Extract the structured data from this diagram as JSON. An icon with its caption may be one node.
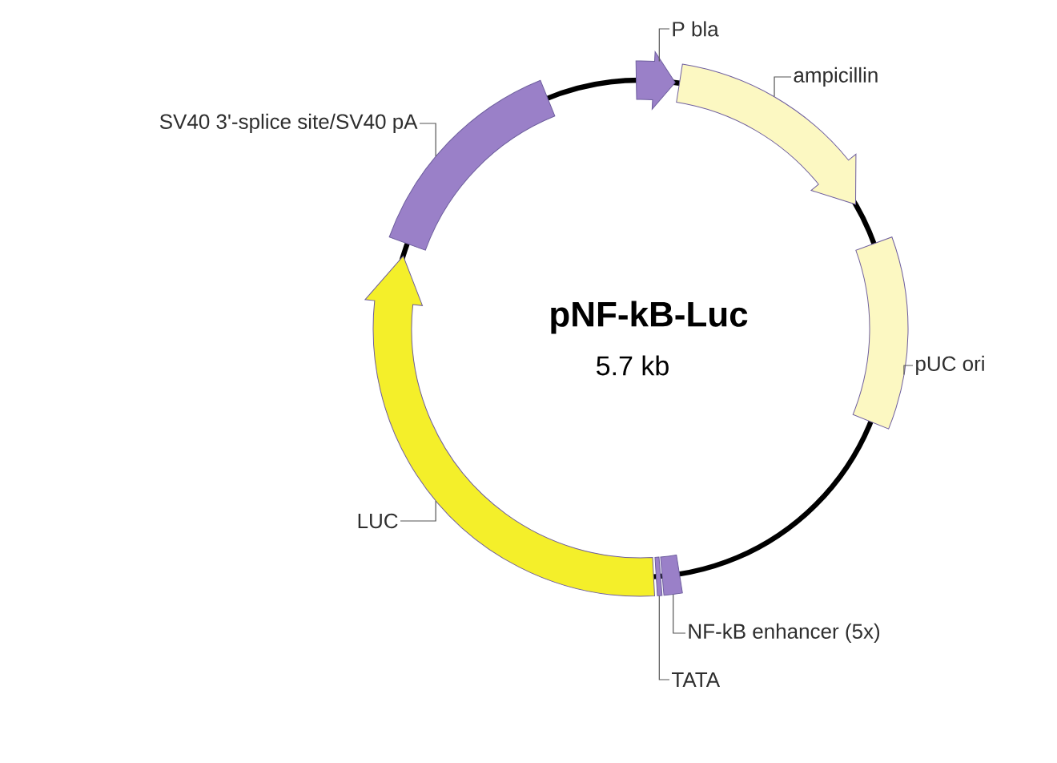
{
  "diagram": {
    "nodes": [
      {
        "text": [
          "P bla"
        ]
      },
      {
        "text": [
          "ampicillin"
        ]
      },
      {
        "text": [
          "SV40 3'-splice site/SV40 pA"
        ]
      },
      {
        "text": [
          "pUC ori"
        ]
      },
      {
        "text": [
          "LUC"
        ]
      },
      {
        "text": [
          "NF-kB enhancer (5x)"
        ]
      },
      {
        "text": [
          "TATA"
        ]
      },
      {
        "text": [],
        "shape": "arrow"
      },
      {
        "text": [],
        "shape": "arrow"
      },
      {
        "text": [],
        "shape": "box"
      },
      {
        "text": [],
        "shape": "box"
      },
      {
        "text": [],
        "shape": "box"
      },
      {
        "text": [],
        "shape": "arrow"
      },
      {
        "text": [],
        "shape": "box"
      }
    ],
    "edges": [
      {
        "from": 0,
        "to": 7,
        "arrow": "none"
      },
      {
        "from": 1,
        "to": 8,
        "arrow": "none"
      },
      {
        "from": 2,
        "to": 13,
        "arrow": "none"
      },
      {
        "from": 3,
        "to": 9,
        "arrow": "none"
      },
      {
        "from": 4,
        "to": 12,
        "arrow": "none"
      },
      {
        "from": 5,
        "to": 10,
        "arrow": "none"
      },
      {
        "from": 6,
        "to": 11,
        "arrow": "none"
      }
    ],
    "labels": [
      "pNF-kB-Luc",
      "5.7 kb"
    ]
  }
}
